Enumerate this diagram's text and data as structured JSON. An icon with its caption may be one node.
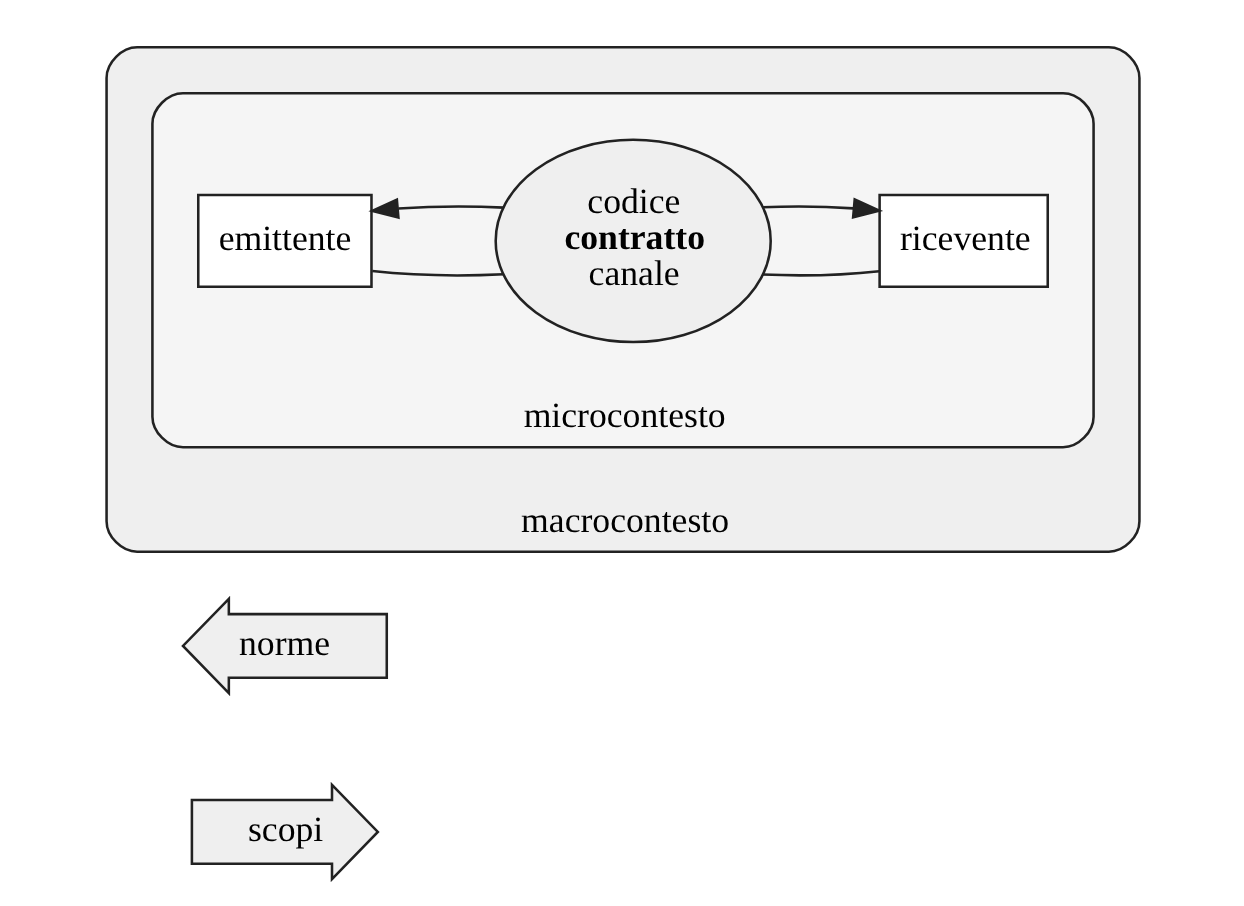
{
  "diagram": {
    "nodes": [
      {
        "text": [
          "scopi"
        ]
      },
      {
        "text": [
          "norme"
        ]
      },
      {
        "text": [
          "macrocontesto"
        ]
      },
      {
        "text": [
          "microcontesto"
        ],
        "in": 2
      },
      {
        "text": [
          "emittente"
        ],
        "in": 3
      },
      {
        "text": [
          "codice **contratto** canale"
        ],
        "in": 3
      },
      {
        "text": [
          "ricevente"
        ],
        "in": 3
      }
    ],
    "edges": [
      {
        "from": 5,
        "to": 4,
        "arrow": "to"
      },
      {
        "from": 4,
        "to": 5,
        "arrow": "none"
      },
      {
        "from": 5,
        "to": 6,
        "arrow": "none"
      },
      {
        "from": 5,
        "to": 6,
        "arrow": "to"
      }
    ]
  }
}
